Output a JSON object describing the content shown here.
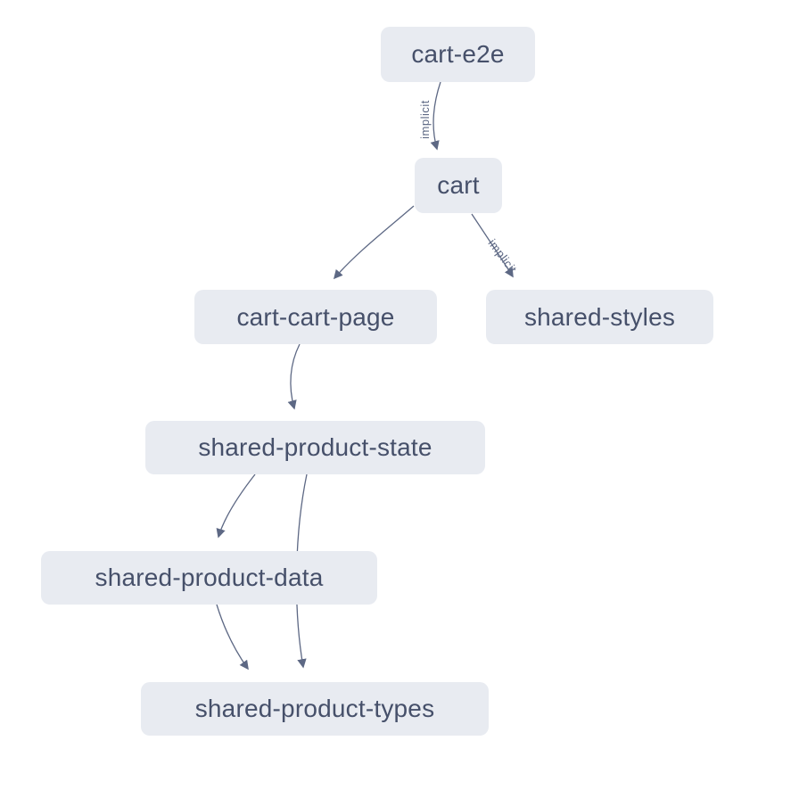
{
  "diagram": {
    "nodes": [
      {
        "id": "cart-e2e",
        "label": "cart-e2e"
      },
      {
        "id": "cart",
        "label": "cart"
      },
      {
        "id": "cart-cart-page",
        "label": "cart-cart-page"
      },
      {
        "id": "shared-styles",
        "label": "shared-styles"
      },
      {
        "id": "shared-product-state",
        "label": "shared-product-state"
      },
      {
        "id": "shared-product-data",
        "label": "shared-product-data"
      },
      {
        "id": "shared-product-types",
        "label": "shared-product-types"
      }
    ],
    "edges": [
      {
        "from": "cart-e2e",
        "to": "cart",
        "label": "implicit"
      },
      {
        "from": "cart",
        "to": "cart-cart-page",
        "label": ""
      },
      {
        "from": "cart",
        "to": "shared-styles",
        "label": "implicit"
      },
      {
        "from": "cart-cart-page",
        "to": "shared-product-state",
        "label": ""
      },
      {
        "from": "shared-product-state",
        "to": "shared-product-data",
        "label": ""
      },
      {
        "from": "shared-product-state",
        "to": "shared-product-types",
        "label": ""
      },
      {
        "from": "shared-product-data",
        "to": "shared-product-types",
        "label": ""
      }
    ],
    "colors": {
      "background": "#ffffff",
      "node_fill": "#e8ebf1",
      "node_text": "#46506a",
      "edge": "#5d6884"
    }
  }
}
